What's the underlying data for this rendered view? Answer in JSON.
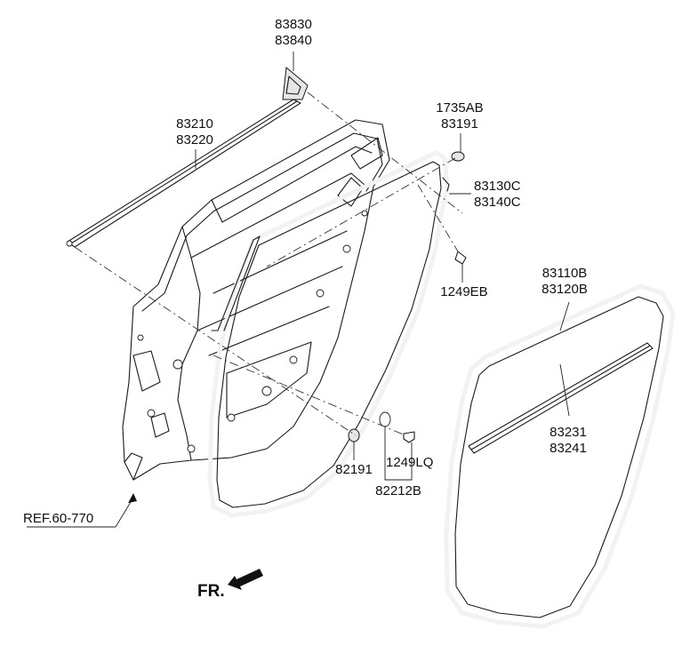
{
  "labels": {
    "p83830": "83830",
    "p83840": "83840",
    "p83210": "83210",
    "p83220": "83220",
    "p1735AB": "1735AB",
    "p83191": "83191",
    "p83130C": "83130C",
    "p83140C": "83140C",
    "p1249EB": "1249EB",
    "p83110B": "83110B",
    "p83120B": "83120B",
    "p83231": "83231",
    "p83241": "83241",
    "p82191": "82191",
    "p1249LQ": "1249LQ",
    "p82212B": "82212B",
    "ref": "REF.60-770",
    "front": "FR."
  }
}
